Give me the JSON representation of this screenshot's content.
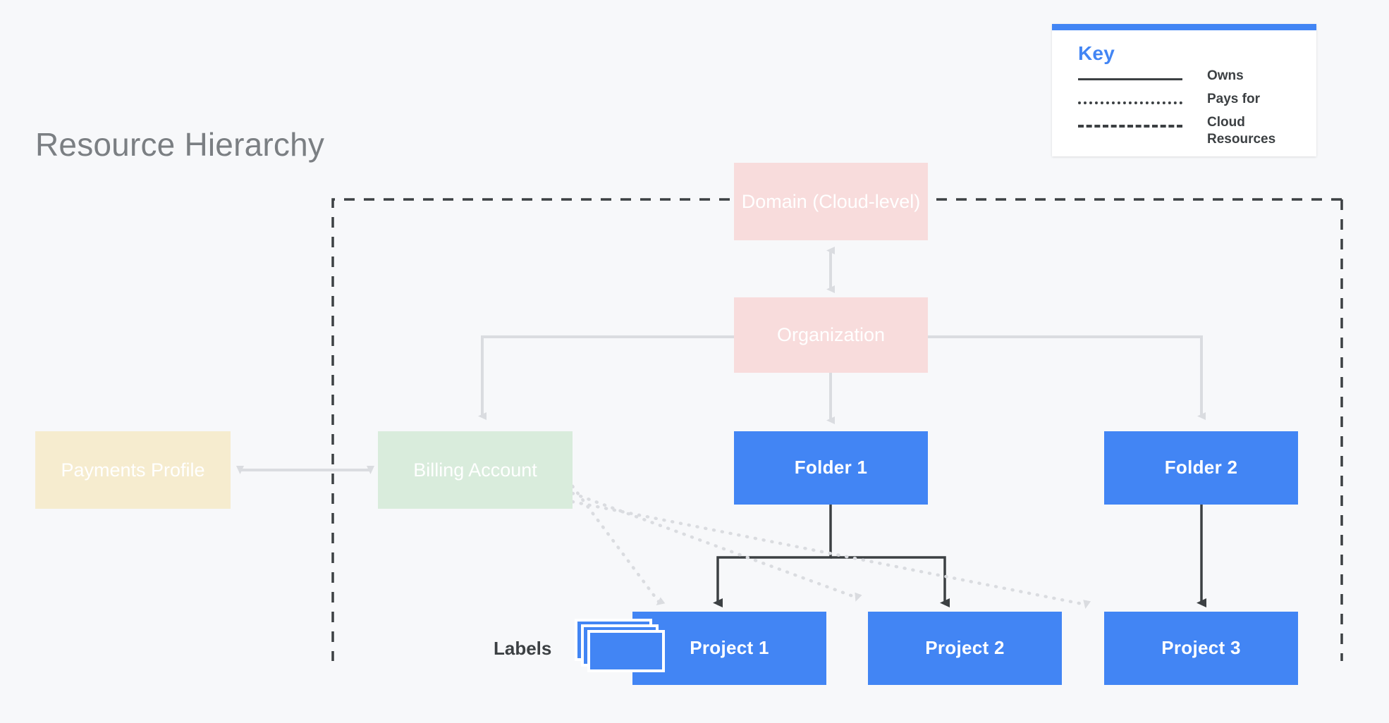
{
  "page": {
    "title": "Resource Hierarchy",
    "background_color": "#f7f8fa"
  },
  "colors": {
    "blue": "#4285f4",
    "pink": "#f8dcdc",
    "cream": "#f6eccf",
    "green": "#d9ecdc",
    "dark_line": "#3c4043",
    "light_line": "#dadce0",
    "title_gray": "#7b7f83"
  },
  "key": {
    "title": "Key",
    "accent_color": "#4285f4",
    "rows": [
      {
        "style": "solid",
        "label": "Owns"
      },
      {
        "style": "dotted",
        "label": "Pays for"
      },
      {
        "style": "dashed",
        "label": "Cloud Resources"
      }
    ]
  },
  "nodes": {
    "domain": {
      "label": "Domain (Cloud-level)",
      "type": "pink"
    },
    "organization": {
      "label": "Organization",
      "type": "pink"
    },
    "payments_profile": {
      "label": "Payments Profile",
      "type": "cream"
    },
    "billing_account": {
      "label": "Billing Account",
      "type": "green"
    },
    "folder1": {
      "label": "Folder 1",
      "type": "blue"
    },
    "folder2": {
      "label": "Folder 2",
      "type": "blue"
    },
    "project1": {
      "label": "Project 1",
      "type": "blue"
    },
    "project2": {
      "label": "Project 2",
      "type": "blue"
    },
    "project3": {
      "label": "Project 3",
      "type": "blue"
    }
  },
  "annotations": {
    "labels_caption": "Labels"
  },
  "edges": [
    {
      "from": "domain",
      "to": "organization",
      "style": "owns-bidirectional",
      "color": "#dadce0"
    },
    {
      "from": "organization",
      "to": "billing_account",
      "style": "owns",
      "color": "#dadce0"
    },
    {
      "from": "organization",
      "to": "folder1",
      "style": "owns",
      "color": "#dadce0"
    },
    {
      "from": "organization",
      "to": "folder2",
      "style": "owns",
      "color": "#dadce0"
    },
    {
      "from": "payments_profile",
      "to": "billing_account",
      "style": "owns-bidirectional",
      "color": "#dadce0"
    },
    {
      "from": "folder1",
      "to": "project1",
      "style": "owns",
      "color": "#3c4043"
    },
    {
      "from": "folder1",
      "to": "project2",
      "style": "owns",
      "color": "#3c4043"
    },
    {
      "from": "folder2",
      "to": "project3",
      "style": "owns",
      "color": "#3c4043"
    },
    {
      "from": "billing_account",
      "to": "project1",
      "style": "pays-for",
      "color": "#dadce0"
    },
    {
      "from": "billing_account",
      "to": "project2",
      "style": "pays-for",
      "color": "#dadce0"
    },
    {
      "from": "billing_account",
      "to": "project3",
      "style": "pays-for",
      "color": "#dadce0"
    }
  ],
  "cloud_boundary": {
    "style": "dashed",
    "color": "#3c4043"
  }
}
